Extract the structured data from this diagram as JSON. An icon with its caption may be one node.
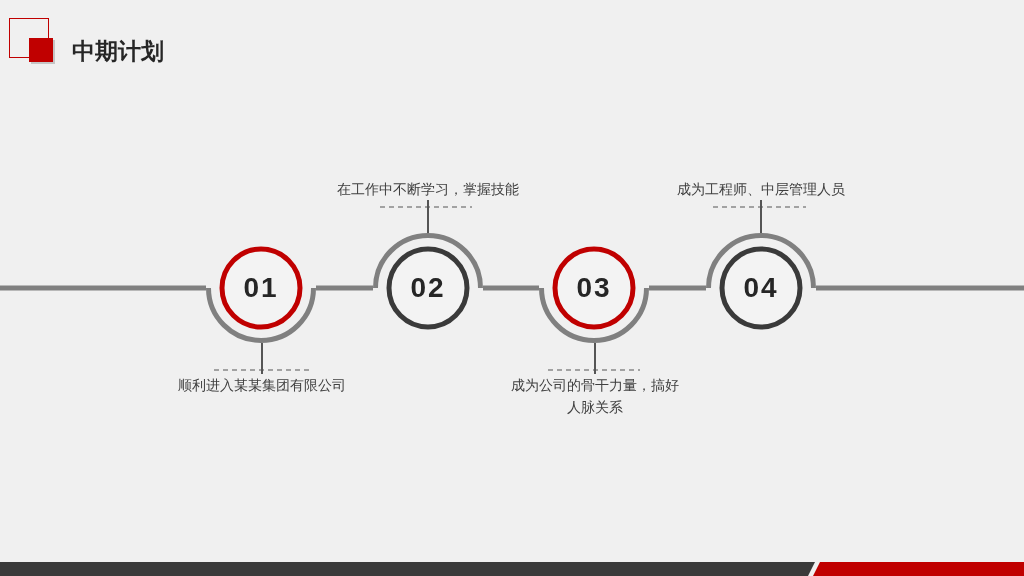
{
  "diagram": {
    "title": "中期计划",
    "nodes": [
      {
        "text": [
          "01"
        ]
      },
      {
        "text": [
          "02"
        ]
      },
      {
        "text": [
          "03"
        ]
      },
      {
        "text": [
          "04"
        ]
      },
      {
        "text": [
          "在工作中不断学习，掌握技能"
        ]
      },
      {
        "text": [
          "成为工程师、中层管理人员"
        ]
      },
      {
        "text": [
          "顺利进入某某集团有限公司"
        ]
      },
      {
        "text": [
          "成为公司的骨干力量，搞好人脉关系"
        ]
      }
    ],
    "edges": [
      {
        "from": null,
        "to": 0,
        "arrow": "none"
      },
      {
        "from": 0,
        "to": 1,
        "arrow": "none"
      },
      {
        "from": 1,
        "to": 2,
        "arrow": "none"
      },
      {
        "from": 2,
        "to": 3,
        "arrow": "none"
      },
      {
        "from": 3,
        "to": null,
        "arrow": "none"
      },
      {
        "from": 4,
        "to": 1,
        "arrow": "none"
      },
      {
        "from": 5,
        "to": 3,
        "arrow": "none"
      },
      {
        "from": 6,
        "to": 0,
        "arrow": "none"
      },
      {
        "from": 7,
        "to": 2,
        "arrow": "none"
      }
    ]
  }
}
